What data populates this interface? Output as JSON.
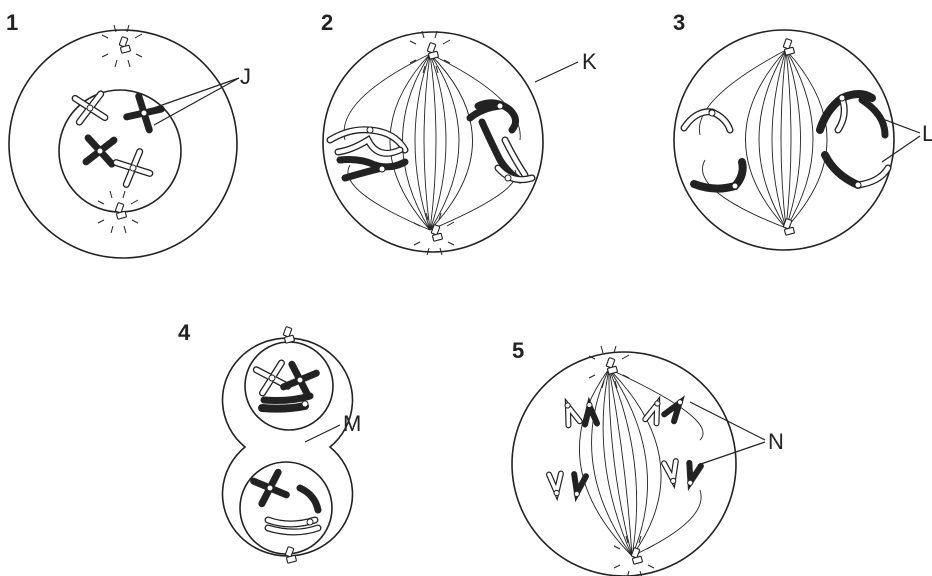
{
  "stages": [
    {
      "number": "1"
    },
    {
      "number": "2"
    },
    {
      "number": "3"
    },
    {
      "number": "4"
    },
    {
      "number": "5"
    }
  ],
  "labels": {
    "J": "J",
    "K": "K",
    "L": "L",
    "M": "M",
    "N": "N"
  }
}
